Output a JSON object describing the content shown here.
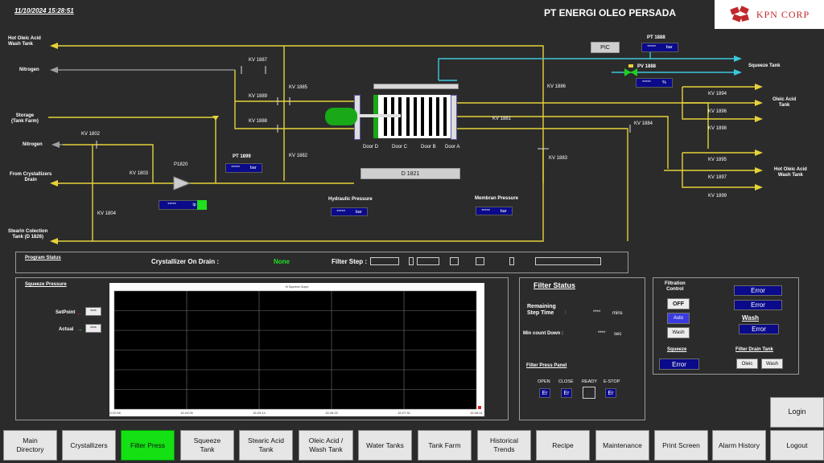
{
  "header": {
    "datetime": "11/10/2024 15:28:51",
    "company": "PT ENERGI OLEO PERSADA",
    "logo_text": "KPN CORP"
  },
  "pid": {
    "hot_oleic_acid_wash_tank": "Hot Oleic Acid\nWash Tank",
    "nitrogen_top": "Nitrogen",
    "storage_tank_farm": "Storage\n(Tank Farm)",
    "nitrogen_mid": "Nitrogen",
    "from_crystallizers_drain": "From Crystallizers\nDrain",
    "stearin_collection_tank": "Stearin Colection\nTank (D 1826)",
    "kv1887": "KV 1887",
    "kv1885": "KV 1885",
    "kv1889": "KV 1889",
    "kv1888": "KV 1888",
    "kv1882": "KV 1882",
    "kv1802": "KV 1802",
    "kv1803": "KV 1803",
    "kv1804": "KV 1804",
    "p1820": "P1820",
    "pt1899": "PT 1899",
    "pt1899_value": "*****",
    "pt1899_unit": "bar",
    "pump_value": "*****",
    "pump_unit": "lp",
    "pic": "PIC",
    "pt1888": "PT 1888",
    "pt1888_value": "*****",
    "pt1888_unit": "bar",
    "pv1888": "PV 1888",
    "pv1888_value": "*****",
    "pv1888_unit": "%",
    "squeeze_tank": "Squeeze Tank",
    "kv1886": "KV 1886",
    "kv1881": "KV 1881",
    "kv1884": "KV 1884",
    "kv1883": "KV 1883",
    "kv1894": "KV 1894",
    "kv1896": "KV 1896",
    "kv1898": "KV 1898",
    "oleic_acid_tank": "Oleic Acid\nTank",
    "kv1895": "KV 1895",
    "kv1897": "KV 1897",
    "kv1899": "KV 1899",
    "hot_oleic_acid_wash_tank_right": "Hot Oleic Acid\nWash Tank",
    "door_d": "Door D",
    "door_c": "Door C",
    "door_b": "Door B",
    "door_a": "Door A",
    "d1821": "D 1821",
    "hydraulic_pressure": "Hydraulic Pressure",
    "hydraulic_value": "*****",
    "hydraulic_unit": "bar",
    "membran_pressure": "Membran Pressure",
    "membran_value": "*****",
    "membran_unit": "bar"
  },
  "program_status": {
    "title": "Program Status",
    "crystallizer_label": "Crystallizer On Drain :",
    "crystallizer_value": "None",
    "filter_step_label": "Filter Step :"
  },
  "squeeze": {
    "title": "Squeeze Pressure",
    "setpoint": "SetPoint",
    "actual": "Actual",
    "setpoint_value": "****",
    "actual_value": "****",
    "chart_title": "Hi Squeeze Graph"
  },
  "chart_data": {
    "type": "line",
    "title": "Hi Squeeze Graph",
    "x_ticks": [
      "15:22:56",
      "15:24:05",
      "15:25:14",
      "15:26:23",
      "15:27:32",
      "15:28:41"
    ],
    "series": [],
    "grid": true
  },
  "filter_status": {
    "title": "Filter Status",
    "remaining": "Remaining\nStep Time",
    "remaining_sep": ":",
    "remaining_value": "****",
    "remaining_unit": "mins",
    "min_count": "Min count Down :",
    "min_count_value": "****",
    "min_count_unit": "sec",
    "panel_title": "Filter Press Panel",
    "open": "OPEN",
    "close": "CLOSE",
    "ready": "READY",
    "estop": "E-STOP",
    "open_val": "Er",
    "close_val": "Er",
    "estop_val": "Er"
  },
  "filtration": {
    "title": "Filtration\nControl",
    "off": "OFF",
    "auto": "Auto",
    "wash": "Wash",
    "err1": "Error",
    "err2": "Error",
    "wash_title": "Wash",
    "err3": "Error",
    "squeeze_title": "Squeeze",
    "squeeze_err": "Error",
    "drain_title": "Filter Drain Tank",
    "oleic": "Oleic",
    "drain_wash": "Wash"
  },
  "login": "Login",
  "nav": [
    "Main\nDirectory",
    "Crystallizers",
    "Filter Press",
    "Squeeze\nTank",
    "Stearic Acid\nTank",
    "Oleic Acid /\nWash Tank",
    "Water Tanks",
    "Tank Farm",
    "Historical\nTrends",
    "Recipe",
    "Maintenance",
    "Print Screen",
    "Alarm History",
    "Logout"
  ],
  "colors": {
    "active_nav": "#14e014",
    "pipe_yellow": "#e6d23a",
    "pipe_cyan": "#3cc8dc",
    "value_box": "#0a0a8a"
  }
}
